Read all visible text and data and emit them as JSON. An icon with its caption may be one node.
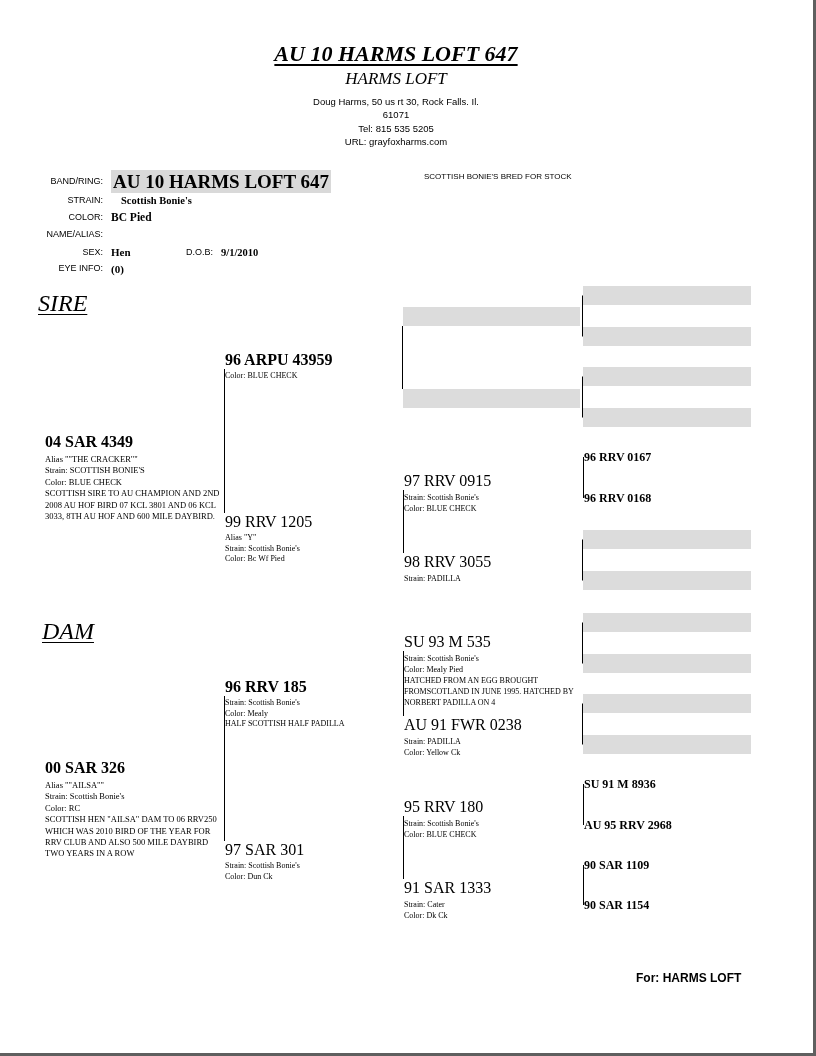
{
  "diagram": {
    "title": "AU 10 HARMS LOFT 647",
    "nodes": [
      {
        "text": [
          "04 SAR 4349",
          "Alias \"\"THE CRACKER\"\"",
          "Strain: SCOTTISH BONIE'S",
          "Color: BLUE CHECK",
          "SCOTTISH SIRE TO AU CHAMPION AND 2ND 2008 AU HOF BIRD 07 KCL 3801 AND 06 KCL 3033, 8TH AU HOF AND 600 MILE DAYBIRD."
        ]
      },
      {
        "text": [
          "00 SAR 326",
          "Alias \"\"AILSA\"\"",
          "Strain: Scottish Bonie's",
          "Color: RC",
          "SCOTTISH HEN \"AILSA\" DAM TO 06 RRV250 WHICH WAS 2010 BIRD OF THE YEAR FOR RRV CLUB AND ALSO 500 MILE DAYBIRD TWO YEARS IN A ROW"
        ]
      },
      {
        "text": [
          "96 ARPU 43959",
          "Color: BLUE CHECK"
        ]
      },
      {
        "text": [
          "99 RRV 1205",
          "Alias \"Y\"",
          "Strain: Scottish Bonie's",
          "Color: Bc Wf Pied"
        ]
      },
      {
        "text": [
          "96 RRV 185",
          "Strain: Scottish Bonie's",
          "Color: Mealy",
          "HALF SCOTTISH HALF PADILLA"
        ]
      },
      {
        "text": [
          "97 SAR 301",
          "Strain: Scottish Bonie's",
          "Color: Dun Ck"
        ]
      },
      {
        "text": [],
        "shape": "bar"
      },
      {
        "text": [],
        "shape": "bar"
      },
      {
        "text": [
          "97 RRV 0915",
          "Strain: Scottish Bonie's",
          "Color: BLUE CHECK"
        ]
      },
      {
        "text": [
          "98 RRV 3055",
          "Strain: PADILLA"
        ]
      },
      {
        "text": [
          "SU 93 M 535",
          "Strain: Scottish Bonie's",
          "Color: Mealy Pied",
          "HATCHED FROM AN EGG BROUGHT FROMSCOTLAND IN JUNE 1995. HATCHED BY NORBERT PADILLA ON 4"
        ]
      },
      {
        "text": [
          "AU 91 FWR 0238",
          "Strain: PADILLA",
          "Color: Yellow Ck"
        ]
      },
      {
        "text": [
          "95 RRV 180",
          "Strain: Scottish Bonie's",
          "Color: BLUE CHECK"
        ]
      },
      {
        "text": [
          "91 SAR 1333",
          "Strain: Cater",
          "Color: Dk Ck"
        ]
      },
      {
        "text": [],
        "shape": "bar"
      },
      {
        "text": [],
        "shape": "bar"
      },
      {
        "text": [],
        "shape": "bar"
      },
      {
        "text": [],
        "shape": "bar"
      },
      {
        "text": [
          "96 RRV 0167"
        ]
      },
      {
        "text": [
          "96 RRV 0168"
        ]
      },
      {
        "text": [],
        "shape": "bar"
      },
      {
        "text": [],
        "shape": "bar"
      },
      {
        "text": [],
        "shape": "bar"
      },
      {
        "text": [],
        "shape": "bar"
      },
      {
        "text": [],
        "shape": "bar"
      },
      {
        "text": [],
        "shape": "bar"
      },
      {
        "text": [
          "SU 91 M 8936"
        ]
      },
      {
        "text": [
          "AU 95 RRV 2968"
        ]
      },
      {
        "text": [
          "90 SAR 1109"
        ]
      },
      {
        "text": [
          "90 SAR 1154"
        ]
      }
    ],
    "edges": [
      {
        "from": 2,
        "to": 3,
        "arrow": "none"
      },
      {
        "from": 4,
        "to": 5,
        "arrow": "none"
      },
      {
        "from": 6,
        "to": 7,
        "arrow": "none"
      },
      {
        "from": 8,
        "to": 9,
        "arrow": "none"
      },
      {
        "from": 10,
        "to": 11,
        "arrow": "none"
      },
      {
        "from": 12,
        "to": 13,
        "arrow": "none"
      },
      {
        "from": 14,
        "to": 15,
        "arrow": "none"
      },
      {
        "from": 16,
        "to": 17,
        "arrow": "none"
      },
      {
        "from": 18,
        "to": 19,
        "arrow": "none"
      },
      {
        "from": 20,
        "to": 21,
        "arrow": "none"
      },
      {
        "from": 22,
        "to": 23,
        "arrow": "none"
      },
      {
        "from": 24,
        "to": 25,
        "arrow": "none"
      },
      {
        "from": 26,
        "to": 27,
        "arrow": "none"
      },
      {
        "from": 28,
        "to": 29,
        "arrow": "none"
      }
    ],
    "labels": [
      "HARMS LOFT",
      "Doug Harms, 50 us rt 30, Rock Falls. Il.",
      "61071",
      "Tel: 815 535 5205",
      "URL: grayfoxharms.com",
      "BAND/RING:",
      "AU 10 HARMS LOFT 647",
      "SCOTTISH BONIE'S BRED FOR STOCK",
      "STRAIN:",
      "Scottish Bonie's",
      "COLOR:",
      "BC Pied",
      "NAME/ALIAS:",
      "SEX:",
      "Hen",
      "D.O.B:",
      "9/1/2010",
      "EYE INFO:",
      "(0)",
      "SIRE",
      "DAM",
      "For: HARMS LOFT"
    ]
  }
}
